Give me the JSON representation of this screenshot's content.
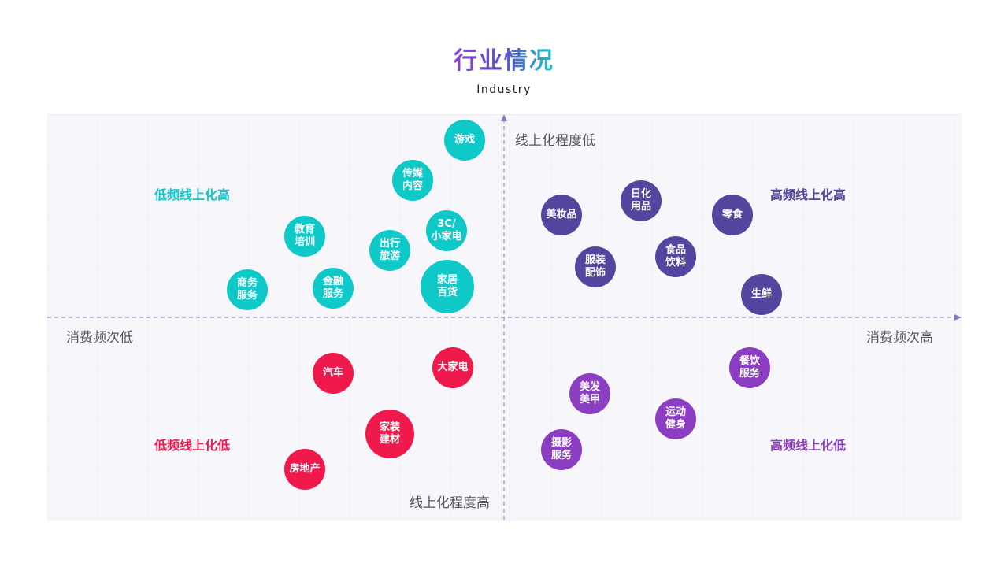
{
  "header": {
    "title": "行业情况",
    "subtitle": "Industry"
  },
  "axes": {
    "top": "线上化程度低",
    "bottom": "线上化程度高",
    "left": "消费频次低",
    "right": "消费频次高"
  },
  "quadrants": {
    "top_left": "低频线上化高",
    "top_right": "高频线上化高",
    "bottom_left": "低频线上化低",
    "bottom_right": "高频线上化低"
  },
  "colors": {
    "teal": "#0fc9c9",
    "indigo": "#55459e",
    "red": "#f0194c",
    "purple": "#8c3ec2",
    "axis": "#7b7fc4"
  },
  "bubbles": {
    "youxi": "游戏",
    "chuanmei": "传媒\n内容",
    "jiaoyu": "教育\n培训",
    "xiaojiadian": "3C/\n小家电",
    "chuxing": "出行\n旅游",
    "shangwu": "商务\n服务",
    "jinrong": "金融\n服务",
    "jiaju": "家居\n百货",
    "meizhuang": "美妆品",
    "rihua": "日化\n用品",
    "lingshi": "零食",
    "fuzhuang": "服装\n配饰",
    "shipin": "食品\n饮料",
    "shengxian": "生鲜",
    "qiche": "汽车",
    "dajiadian": "大家电",
    "jiazhuang": "家装\n建材",
    "fangdichan": "房地产",
    "canyin": "餐饮\n服务",
    "meifa": "美发\n美甲",
    "yundong": "运动\n健身",
    "sheying": "摄影\n服务"
  }
}
